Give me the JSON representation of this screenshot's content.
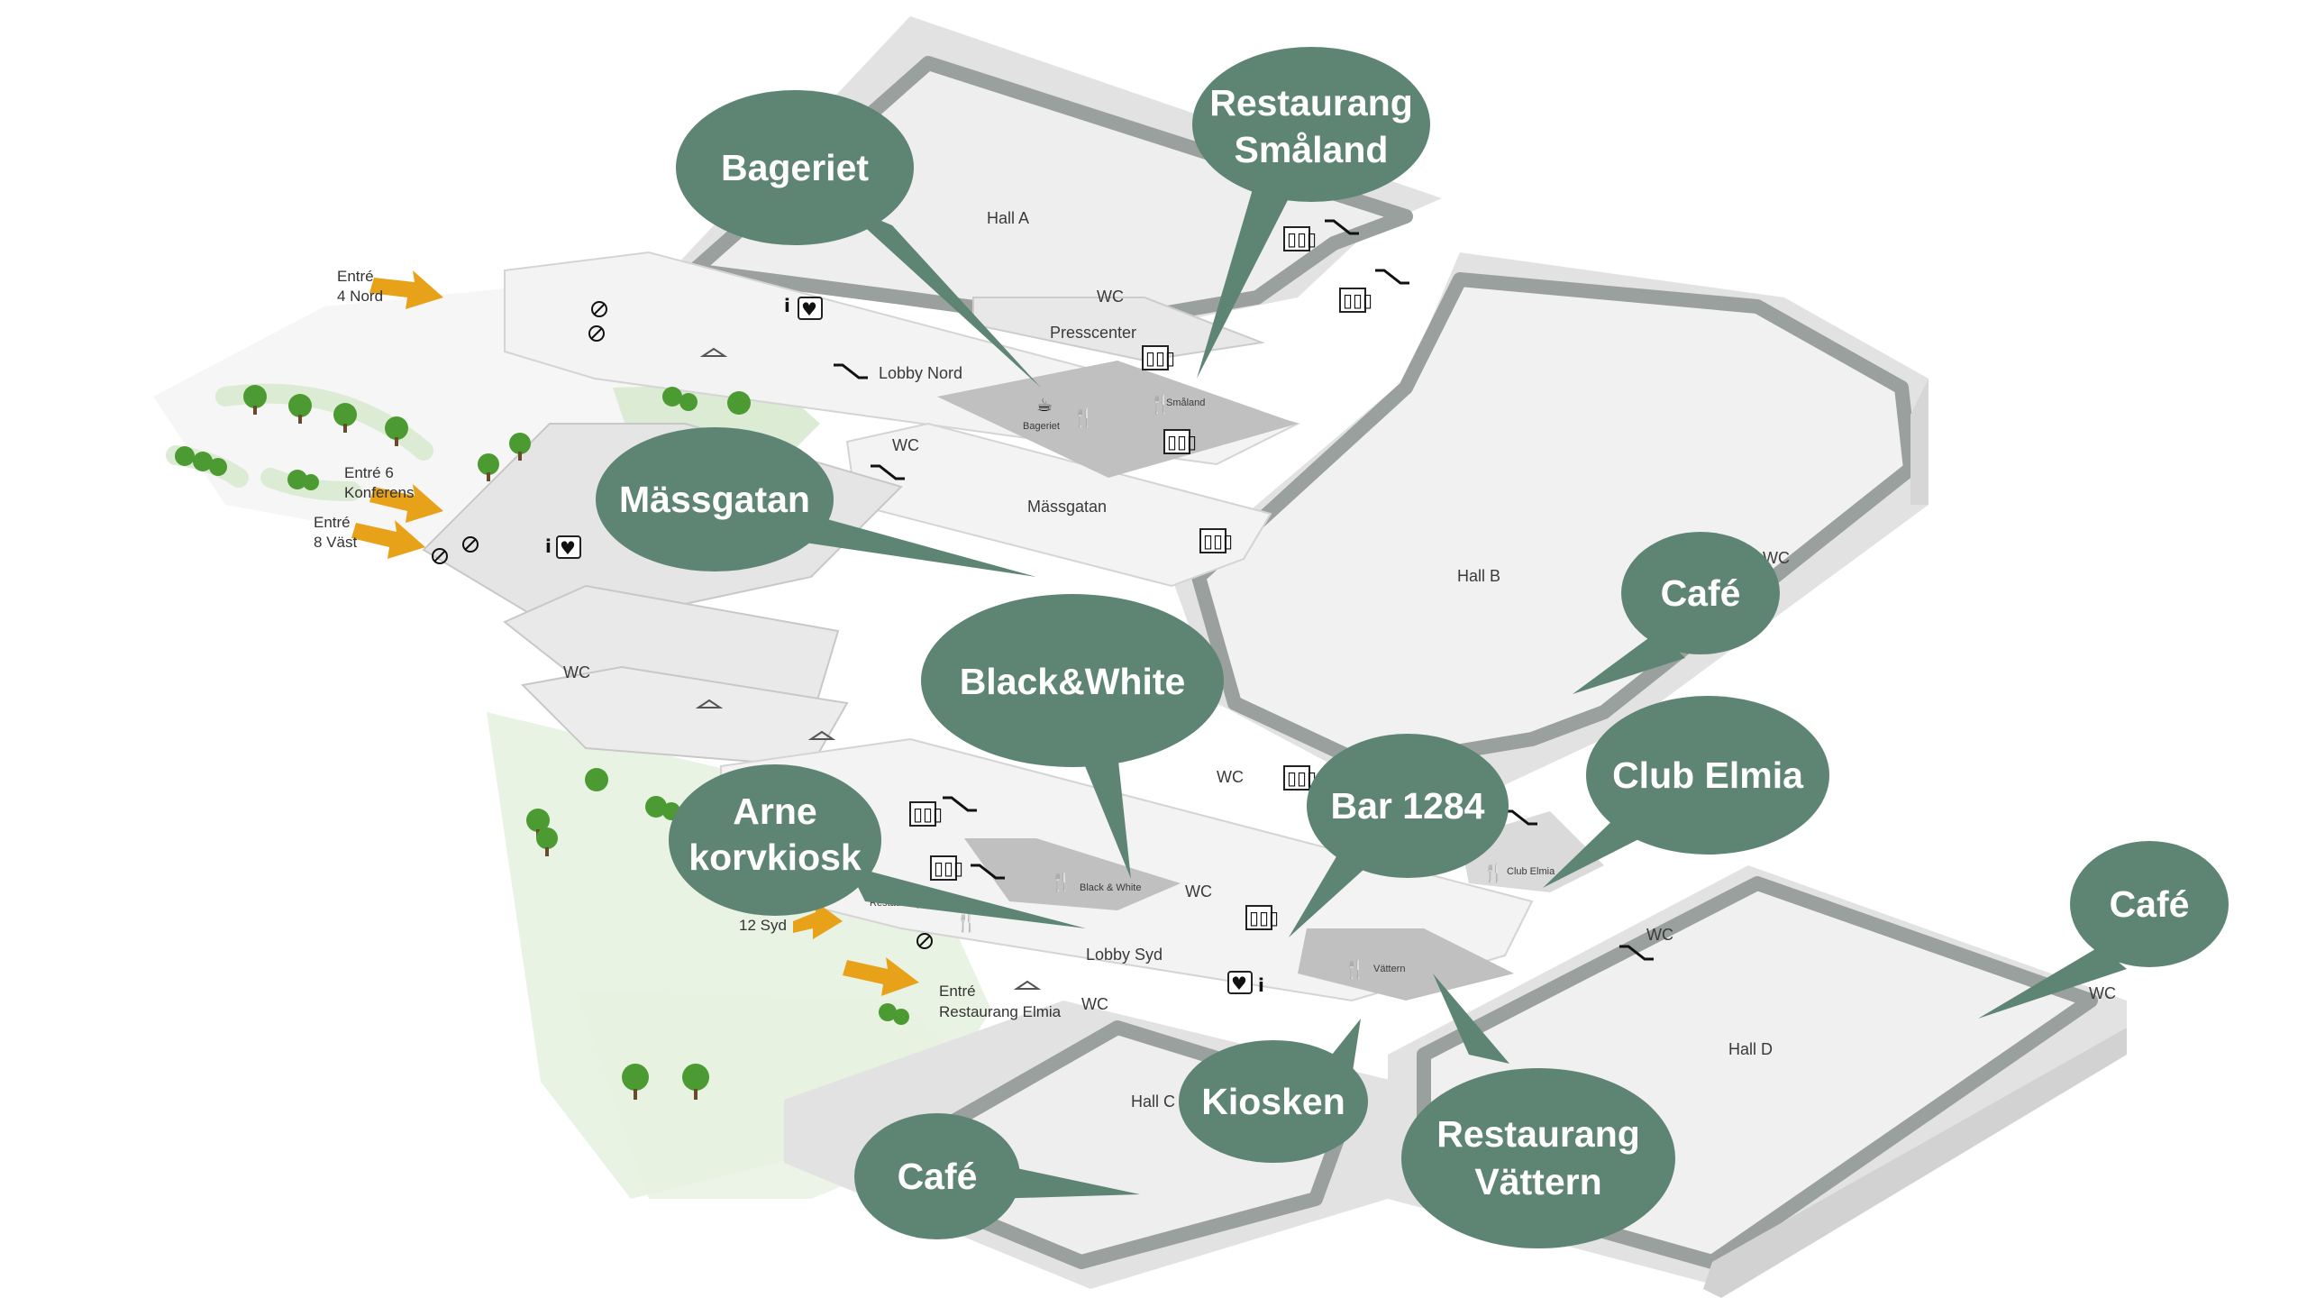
{
  "colors": {
    "bubble": "#5e8574",
    "hall_floor": "#eeeeee",
    "hall_wall": "#999e9c",
    "corridor": "#f3f3f3",
    "restaurant_zone": "#bfbfbf",
    "entrance_arrow": "#e8a21a",
    "tree": "#4c9b32",
    "lawn": "#dcebd4"
  },
  "halls": {
    "hall_a": "Hall A",
    "hall_b": "Hall B",
    "hall_c": "Hall C",
    "hall_d": "Hall D"
  },
  "areas": {
    "lobby_nord": "Lobby Nord",
    "lobby_syd": "Lobby Syd",
    "massgatan": "Mässgatan",
    "presscenter": "Presscenter",
    "bageriet_small": "Bageriet",
    "smaland_small": "Småland",
    "black_white_small": "Black & White",
    "club_elmia_small": "Club Elmia",
    "vattern_small": "Vättern",
    "restaurang_elmia_small": "Restaurang Elmia"
  },
  "wc_labels": {
    "wc_presscenter": "WC",
    "wc_massgatan": "WC",
    "wc_west": "WC",
    "wc_hall_b": "WC",
    "wc_lobby_syd_n": "WC",
    "wc_lobby_syd": "WC",
    "wc_south": "WC",
    "wc_east": "WC",
    "wc_far_east": "WC"
  },
  "entrances": {
    "e4_line1": "Entré",
    "e4_line2": "4 Nord",
    "e6_line1": "Entré 6",
    "e6_line2": "Konferens",
    "e8_line1": "Entré",
    "e8_line2": "8 Väst",
    "e12_line2": "12 Syd",
    "e_elmia_line1": "Entré",
    "e_elmia_line2": "Restaurang Elmia"
  },
  "bubbles": {
    "bageriet": [
      "Bageriet"
    ],
    "smaland": [
      "Restaurang",
      "Småland"
    ],
    "massgatan": [
      "Mässgatan"
    ],
    "cafe_b": [
      "Café"
    ],
    "black_white": [
      "Black&White"
    ],
    "club_elmia": [
      "Club Elmia"
    ],
    "bar_1284": [
      "Bar 1284"
    ],
    "arne": [
      "Arne",
      "korvkiosk"
    ],
    "cafe_d": [
      "Café"
    ],
    "kiosken": [
      "Kiosken"
    ],
    "vattern": [
      "Restaurang",
      "Vättern"
    ],
    "cafe_c": [
      "Café"
    ]
  },
  "icons": {
    "elevator": "elevator-icon",
    "escalator": "escalator-icon",
    "information": "information-icon",
    "defibrillator": "defibrillator-icon",
    "restaurant": "fork-knife-icon",
    "coffee": "coffee-cup-icon",
    "cloakroom": "hanger-icon",
    "no_smoking": "no-smoking-icon",
    "tree": "tree-icon"
  }
}
